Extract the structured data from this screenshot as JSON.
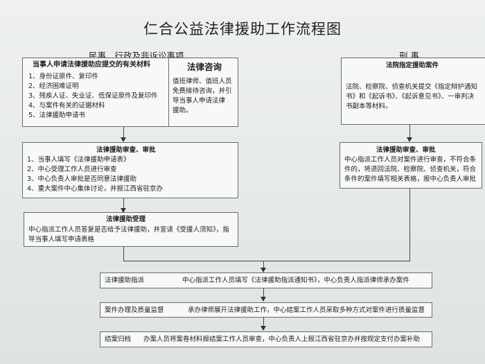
{
  "title": "仁合公益法律援助工作流程图",
  "sections": {
    "civil": "民事、行政及非诉讼事项",
    "criminal": "刑  事"
  },
  "materials": {
    "heading": "当事人申请法律援助应提交的有关材料",
    "items": [
      "1、身份证原件、复印件",
      "2、经济困难证明",
      "3、残疾人证、失业证、低保证原件及复印件",
      "4、与案件有关的证据材料",
      "5、法律援助申请书"
    ]
  },
  "consult": {
    "heading": "法律咨询",
    "lines": [
      "值班律师、值班人员",
      "免费接待咨询，并引",
      "导当事人申请法律",
      "援助。"
    ]
  },
  "court": {
    "heading": "法院指定援助案件",
    "lines": [
      "法院、检察院、侦查机关提交《指定辩护通知",
      "书》和《起诉书》、《起诉意见书》、一审判决",
      "书副本等材料。"
    ]
  },
  "review_civil": {
    "heading": "法律援助审查、审批",
    "items": [
      "1、当事人填写《法律援助申请表》",
      "2、中心受理工作人员进行审查",
      "3、中心负责人审批是否同意法律援助",
      "4、重大案件中心集体讨论，并报江西省驻京办"
    ]
  },
  "review_criminal": {
    "heading": "法律援助审查、审批",
    "lines": [
      "中心指派工作人员对案件进行审查，不符合条",
      "件的，将退回法院、检察院、侦查机关，符合",
      "条件的案件填写相关表格，报中心负责人审批"
    ]
  },
  "accept": {
    "heading": "法律援助受理",
    "lines": [
      "中心指派工作人员答复是否给予法律援助，并宣读《受援人须知》，指",
      "导当事人填写申请表格"
    ]
  },
  "assign": {
    "label": "法律援助指派",
    "text": "中心指派工作人员填写《法律援助指派通知书》，中心负责人指派律师承办案件"
  },
  "supervise": {
    "label": "案件办理及质量监督",
    "text": "承办律师展开法律援助工作，中心结案工作人员采取多种方式对案件进行质量监督"
  },
  "archive": {
    "label": "结案归档",
    "text": "办案人员将案卷材料报结案工作人员审查，中心负责人上报江西省驻京办并按规定支付办案补助"
  }
}
